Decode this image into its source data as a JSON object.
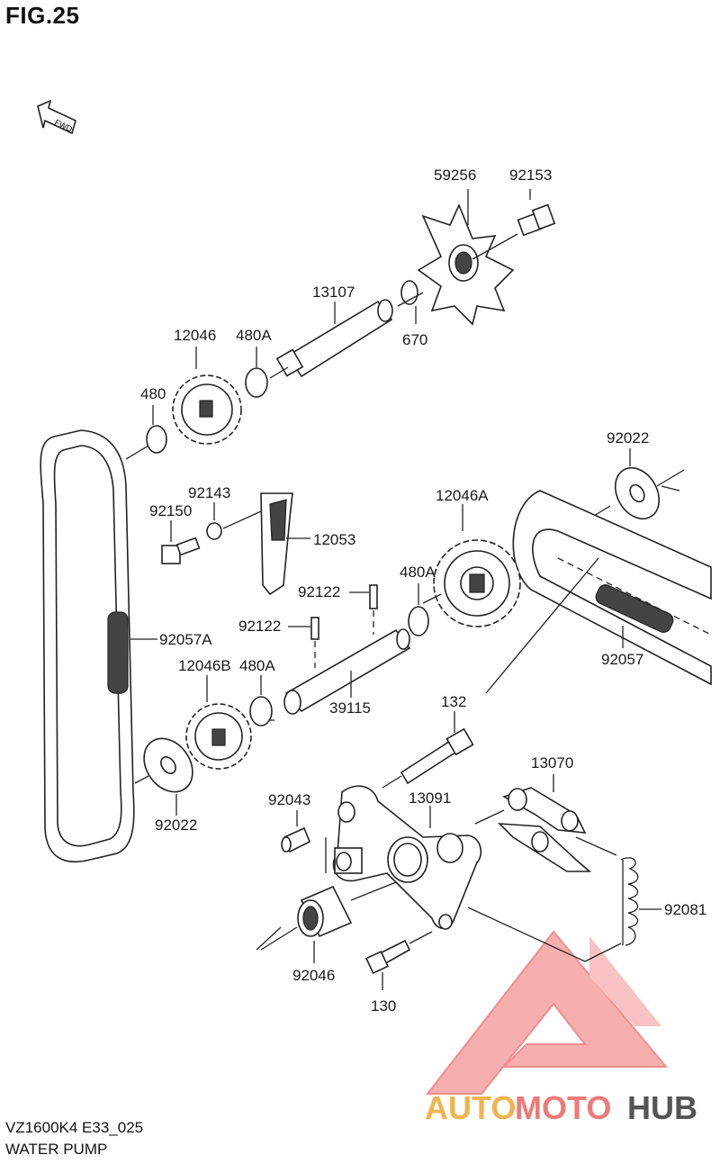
{
  "figure": {
    "title": "FIG.25",
    "model_code": "VZ1600K4 E33_025",
    "name": "WATER PUMP"
  },
  "direction_marker": {
    "text": "FWD",
    "icon": "fwd-arrow-icon"
  },
  "parts": [
    {
      "id": "59256"
    },
    {
      "id": "92153"
    },
    {
      "id": "13107"
    },
    {
      "id": "670"
    },
    {
      "id": "12046"
    },
    {
      "id": "480A",
      "position": "upper"
    },
    {
      "id": "480",
      "position": "upper"
    },
    {
      "id": "92022",
      "position": "right"
    },
    {
      "id": "92143"
    },
    {
      "id": "92150"
    },
    {
      "id": "12053"
    },
    {
      "id": "12046A"
    },
    {
      "id": "92122",
      "position": "upper"
    },
    {
      "id": "480A",
      "position": "middle"
    },
    {
      "id": "92122",
      "position": "lower"
    },
    {
      "id": "92057A"
    },
    {
      "id": "12046B"
    },
    {
      "id": "480A",
      "position": "lower"
    },
    {
      "id": "39115"
    },
    {
      "id": "92057"
    },
    {
      "id": "132"
    },
    {
      "id": "13070"
    },
    {
      "id": "92043"
    },
    {
      "id": "13091"
    },
    {
      "id": "92022",
      "position": "left"
    },
    {
      "id": "92081"
    },
    {
      "id": "92046"
    },
    {
      "id": "130"
    }
  ],
  "watermark": {
    "brand_a": "AUTO",
    "brand_b": "MOTO",
    "brand_c": "HUB",
    "color_primary": "#f07a7a",
    "color_secondary": "#f2b24d",
    "color_dark": "#555555"
  }
}
